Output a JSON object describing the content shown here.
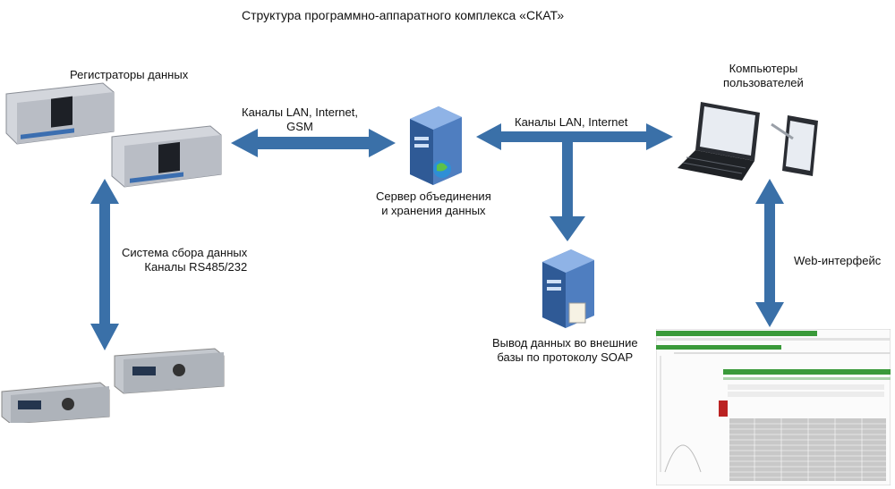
{
  "title": "Структура программно-аппаратного комплекса «СКАТ»",
  "labels": {
    "registrators": "Регистраторы данных",
    "channels_lan_gsm_l1": "Каналы LAN, Internet,",
    "channels_lan_gsm_l2": "GSM",
    "channels_lan": "Каналы LAN, Internet",
    "computers_l1": "Компьютеры",
    "computers_l2": "пользователей",
    "server_l1": "Сервер объединения",
    "server_l2": "и хранения данных",
    "collection_l1": "Система сбора данных",
    "collection_l2": "Каналы RS485/232",
    "web": "Web-интерфейс",
    "soap_l1": "Вывод данных во внешние",
    "soap_l2": "базы по протоколу SOAP"
  },
  "colors": {
    "arrow": "#3a70a8",
    "device": "#c9ccd2",
    "device_dark": "#2a2d33",
    "server": "#5c86c4",
    "screen_green": "#3a9a3a"
  },
  "icons": [
    "rack-registrator-icon",
    "server-icon",
    "globe-icon",
    "laptop-icon",
    "tablet-icon",
    "measurement-device-icon",
    "web-interface-screenshot"
  ]
}
